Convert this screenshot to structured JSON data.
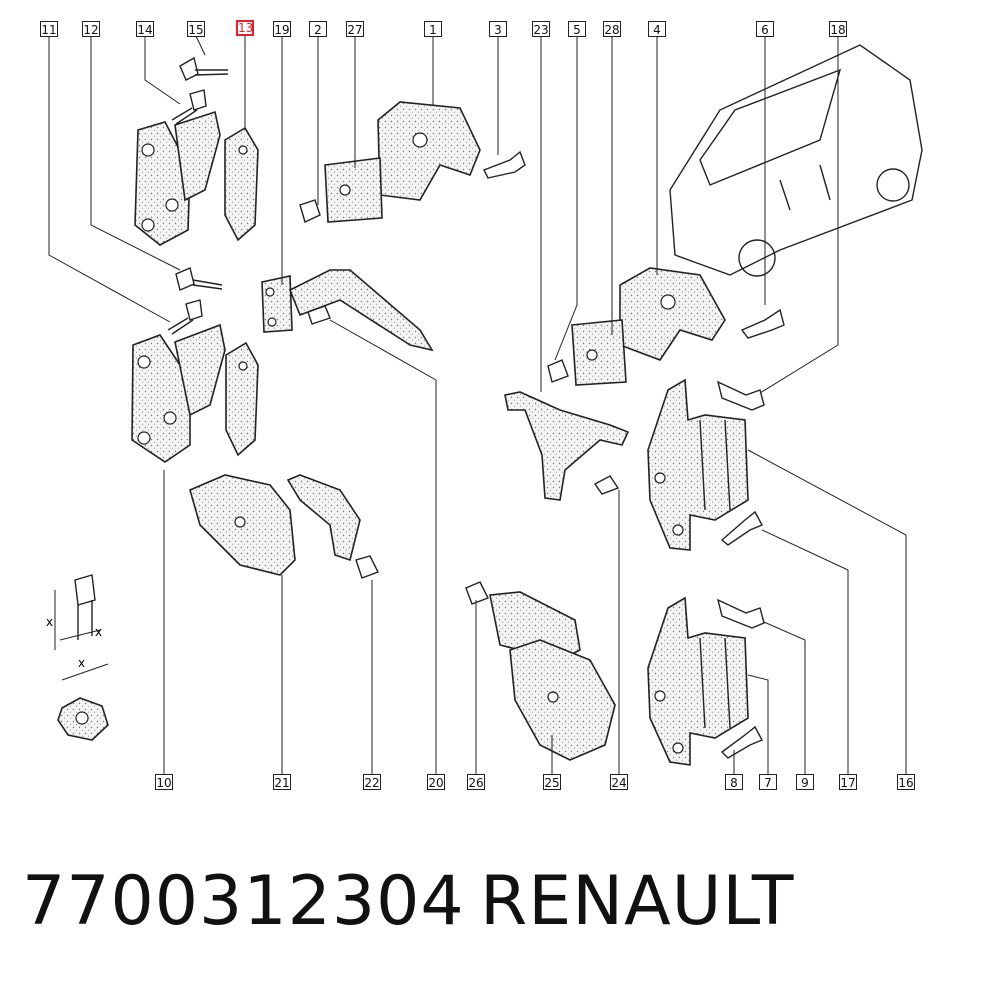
{
  "callouts": [
    {
      "id": "c11",
      "label": "11",
      "highlight": false
    },
    {
      "id": "c12",
      "label": "12",
      "highlight": false
    },
    {
      "id": "c14",
      "label": "14",
      "highlight": false
    },
    {
      "id": "c15",
      "label": "15",
      "highlight": false
    },
    {
      "id": "c13",
      "label": "13",
      "highlight": true
    },
    {
      "id": "c19",
      "label": "19",
      "highlight": false
    },
    {
      "id": "c2",
      "label": "2",
      "highlight": false
    },
    {
      "id": "c27",
      "label": "27",
      "highlight": false
    },
    {
      "id": "c1",
      "label": "1",
      "highlight": false
    },
    {
      "id": "c3",
      "label": "3",
      "highlight": false
    },
    {
      "id": "c23",
      "label": "23",
      "highlight": false
    },
    {
      "id": "c5",
      "label": "5",
      "highlight": false
    },
    {
      "id": "c28",
      "label": "28",
      "highlight": false
    },
    {
      "id": "c4",
      "label": "4",
      "highlight": false
    },
    {
      "id": "c6",
      "label": "6",
      "highlight": false
    },
    {
      "id": "c18",
      "label": "18",
      "highlight": false
    },
    {
      "id": "c10",
      "label": "10",
      "highlight": false
    },
    {
      "id": "c21",
      "label": "21",
      "highlight": false
    },
    {
      "id": "c22",
      "label": "22",
      "highlight": false
    },
    {
      "id": "c20",
      "label": "20",
      "highlight": false
    },
    {
      "id": "c26",
      "label": "26",
      "highlight": false
    },
    {
      "id": "c25",
      "label": "25",
      "highlight": false
    },
    {
      "id": "c24",
      "label": "24",
      "highlight": false
    },
    {
      "id": "c8",
      "label": "8",
      "highlight": false
    },
    {
      "id": "c7",
      "label": "7",
      "highlight": false
    },
    {
      "id": "c9",
      "label": "9",
      "highlight": false
    },
    {
      "id": "c17",
      "label": "17",
      "highlight": false
    },
    {
      "id": "c16",
      "label": "16",
      "highlight": false
    }
  ],
  "dimension_marks": {
    "x1": "x",
    "x2": "x",
    "x3": "x"
  },
  "footer": {
    "part_number": "7700312304",
    "brand": "RENAULT"
  },
  "colors": {
    "line": "#222222",
    "highlight": "#e0202a",
    "background": "#ffffff"
  }
}
